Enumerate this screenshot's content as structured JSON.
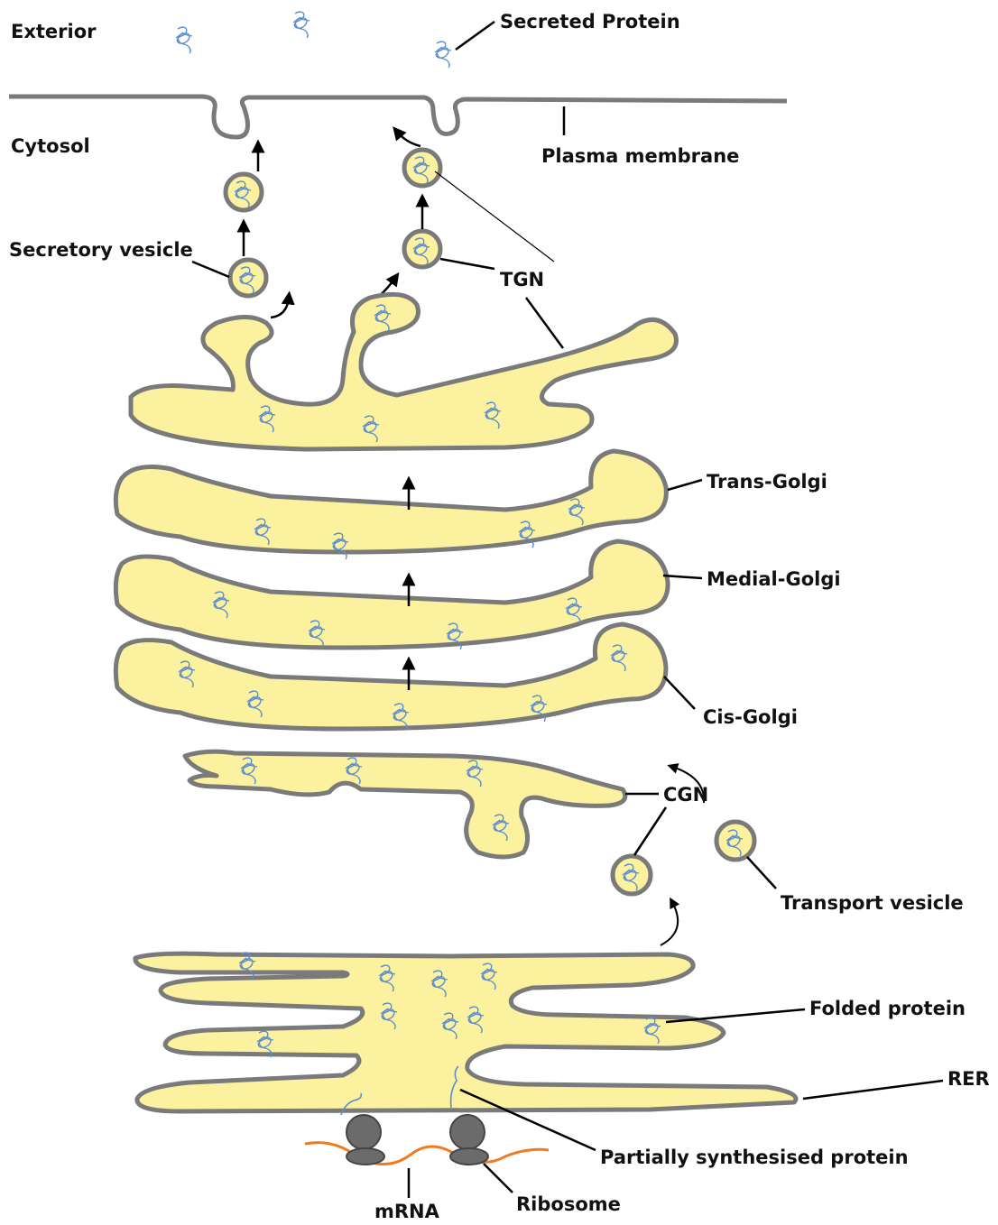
{
  "labels": {
    "exterior": "Exterior",
    "cytosol": "Cytosol",
    "secreted_protein": "Secreted Protein",
    "plasma_membrane": "Plasma membrane",
    "secretory_vesicle": "Secretory vesicle",
    "tgn": "TGN",
    "trans_golgi": "Trans-Golgi",
    "medial_golgi": "Medial-Golgi",
    "cis_golgi": "Cis-Golgi",
    "cgn": "CGN",
    "transport_vesicle": "Transport vesicle",
    "folded_protein": "Folded protein",
    "rer": "RER",
    "partially_synthesised_protein": "Partially synthesised protein",
    "mrna": "mRNA",
    "ribosome": "Ribosome"
  },
  "colors": {
    "organelle_fill": "#fbf19e",
    "membrane_stroke": "#7a7a7a",
    "protein": "#5b8fd0",
    "mrna": "#f07a1e",
    "ribosome": "#6b6b6b",
    "arrow": "#000000"
  }
}
